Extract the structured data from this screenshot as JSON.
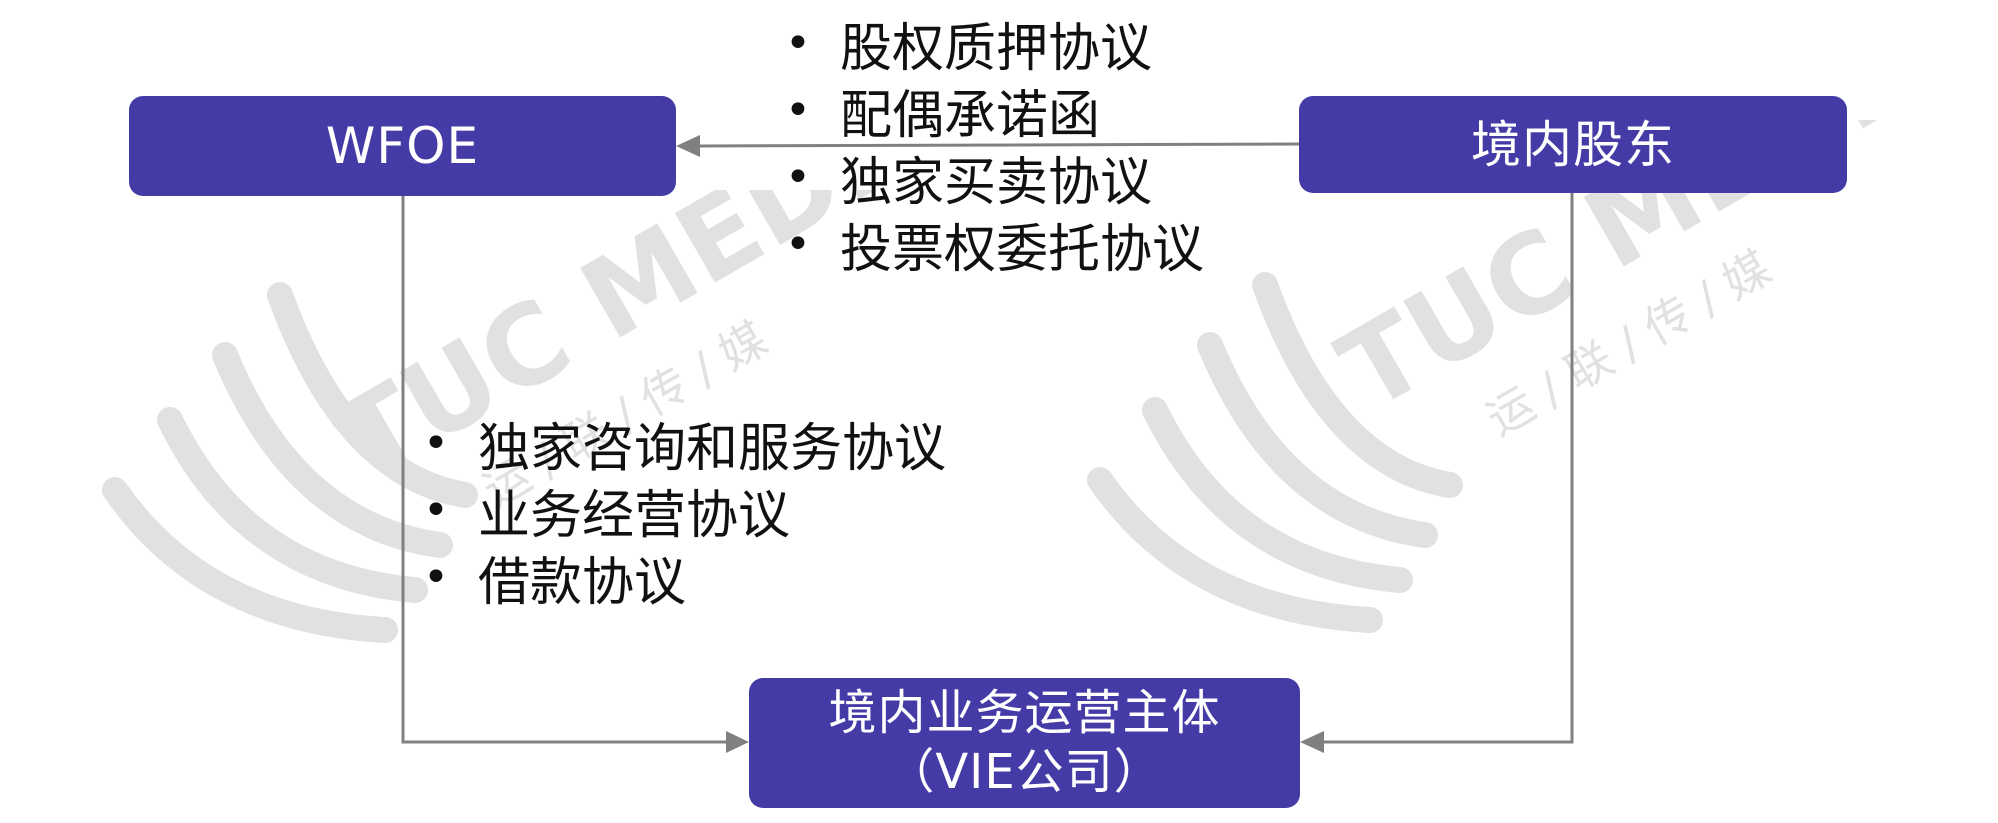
{
  "nodes": {
    "wfoe": "WFOE",
    "domestic_shareholders": "境内股东",
    "vie_line1": "境内业务运营主体",
    "vie_line2": "（VIE公司）"
  },
  "edge_lists": {
    "shareholders_to_wfoe": [
      "股权质押协议",
      "配偶承诺函",
      "独家买卖协议",
      "投票权委托协议"
    ],
    "wfoe_to_vie": [
      "独家咨询和服务协议",
      "业务经营协议",
      "借款协议"
    ]
  },
  "watermark": {
    "brand": "TUC MEDIA",
    "tagline": "运 / 联 / 传 / 媒"
  },
  "colors": {
    "node_fill": "#453ba6",
    "arrow": "#808080",
    "watermark": "#e1e1e1"
  }
}
